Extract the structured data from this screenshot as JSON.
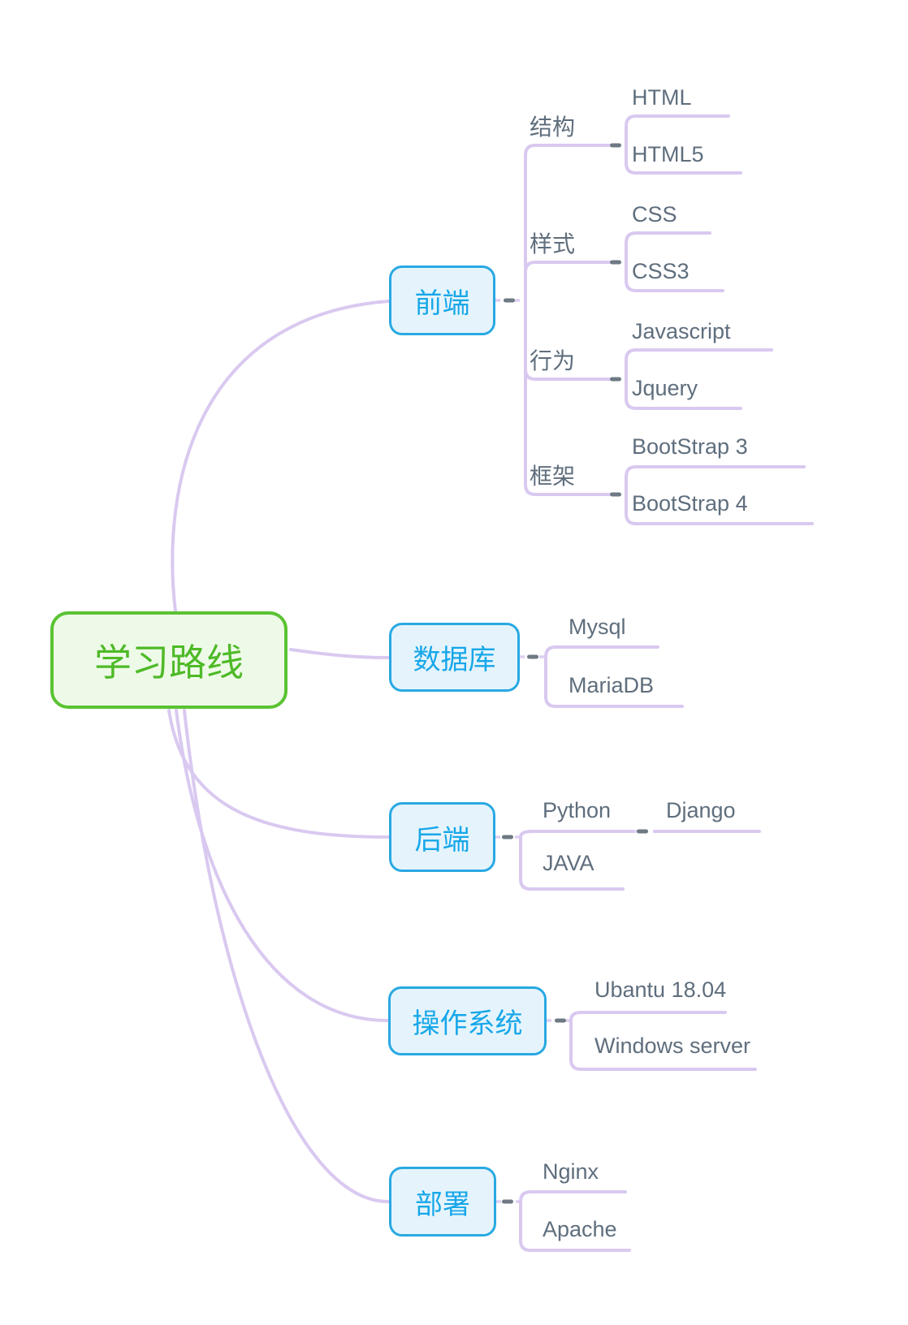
{
  "root": {
    "label": "学习路线"
  },
  "branches": [
    {
      "label": "前端",
      "children": [
        {
          "label": "结构",
          "children": [
            {
              "label": "HTML"
            },
            {
              "label": "HTML5"
            }
          ]
        },
        {
          "label": "样式",
          "children": [
            {
              "label": "CSS"
            },
            {
              "label": "CSS3"
            }
          ]
        },
        {
          "label": "行为",
          "children": [
            {
              "label": "Javascript"
            },
            {
              "label": "Jquery"
            }
          ]
        },
        {
          "label": "框架",
          "children": [
            {
              "label": "BootStrap 3"
            },
            {
              "label": "BootStrap 4"
            }
          ]
        }
      ]
    },
    {
      "label": "数据库",
      "children": [
        {
          "label": "Mysql"
        },
        {
          "label": "MariaDB"
        }
      ]
    },
    {
      "label": "后端",
      "children": [
        {
          "label": "Python",
          "children": [
            {
              "label": "Django"
            }
          ]
        },
        {
          "label": "JAVA"
        }
      ]
    },
    {
      "label": "操作系统",
      "children": [
        {
          "label": "Ubantu 18.04"
        },
        {
          "label": "Windows server"
        }
      ]
    },
    {
      "label": "部署",
      "children": [
        {
          "label": "Nginx"
        },
        {
          "label": "Apache"
        }
      ]
    }
  ],
  "colors": {
    "root_border": "#5ac332",
    "root_bg": "#eefae8",
    "root_text": "#4eba27",
    "branch_border": "#29a9e2",
    "branch_bg": "#e5f4fc",
    "branch_text": "#17a7e9",
    "connector": "#d9c9f0",
    "collapse_handle": "#6e7983",
    "label_text": "#5f6e7d",
    "background": "#ffffff"
  }
}
